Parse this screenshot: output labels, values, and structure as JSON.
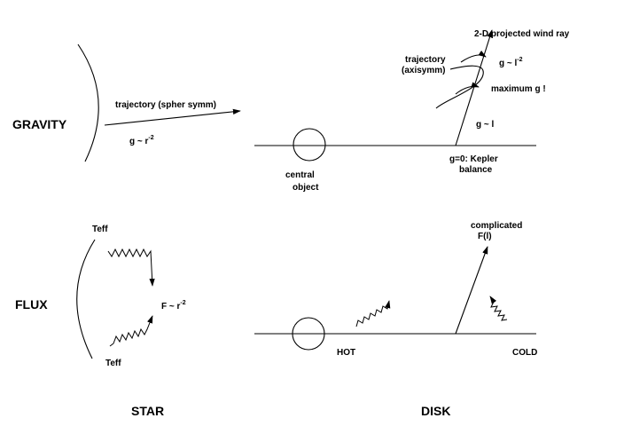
{
  "rows": {
    "gravity": "GRAVITY",
    "flux": "FLUX"
  },
  "columns": {
    "star": "STAR",
    "disk": "DISK"
  },
  "star_gravity": {
    "trajectory": "trajectory (spher symm)",
    "g_base": "g ~ r",
    "g_exp": "-2"
  },
  "star_flux": {
    "teff_top": "Teff",
    "teff_bottom": "Teff",
    "f_base": "F ~ r",
    "f_exp": "-2"
  },
  "disk_gravity": {
    "central_object_line1": "central",
    "central_object_line2": "object",
    "wind_ray": "2-D projected wind ray",
    "trajectory_line1": "trajectory",
    "trajectory_line2": "(axisymm)",
    "g_upper_base": "g ~ l",
    "g_upper_exp": "-2",
    "maximum_g": "maximum g !",
    "g_lower": "g ~ l",
    "kepler_line1": "g=0: Kepler",
    "kepler_line2": "balance"
  },
  "disk_flux": {
    "complicated_line1": "complicated",
    "complicated_line2": "F(l)",
    "hot": "HOT",
    "cold": "COLD"
  }
}
